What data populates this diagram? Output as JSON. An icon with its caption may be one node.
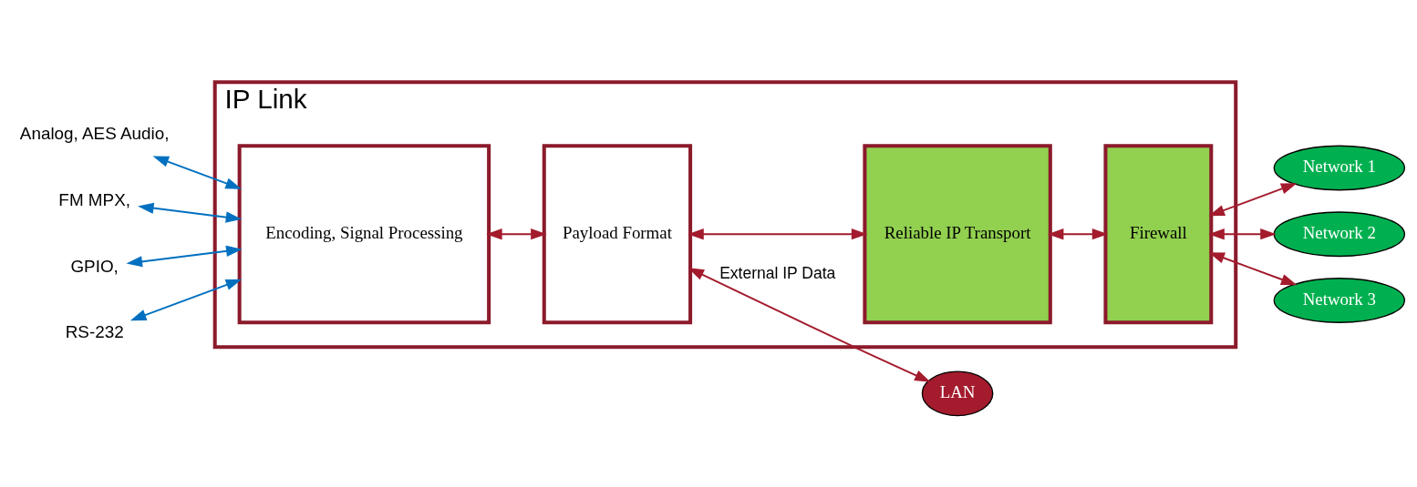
{
  "diagram": {
    "nodes": [
      {
        "text": [
          "IP Link"
        ]
      },
      {
        "text": [
          "Encoding, Signal Processing"
        ],
        "in": 0
      },
      {
        "text": [
          "Payload Format"
        ],
        "in": 0
      },
      {
        "text": [
          "Reliable IP Transport"
        ],
        "in": 0
      },
      {
        "text": [
          "Firewall"
        ],
        "in": 0
      },
      {
        "text": [
          "Analog, AES Audio,"
        ]
      },
      {
        "text": [
          "FM MPX,"
        ]
      },
      {
        "text": [
          "GPIO,"
        ]
      },
      {
        "text": [
          "RS-232"
        ]
      },
      {
        "text": [
          "Network 1"
        ]
      },
      {
        "text": [
          "Network 2"
        ]
      },
      {
        "text": [
          "Network 3"
        ]
      },
      {
        "text": [
          "LAN"
        ]
      }
    ],
    "edges": [
      {
        "from": 5,
        "to": 1,
        "arrow": "both",
        "color": "#0070c0"
      },
      {
        "from": 6,
        "to": 1,
        "arrow": "both",
        "color": "#0070c0"
      },
      {
        "from": 7,
        "to": 1,
        "arrow": "both",
        "color": "#0070c0"
      },
      {
        "from": 8,
        "to": 1,
        "arrow": "both",
        "color": "#0070c0"
      },
      {
        "from": 1,
        "to": 2,
        "arrow": "both"
      },
      {
        "from": 2,
        "to": 3,
        "arrow": "both"
      },
      {
        "from": 3,
        "to": 4,
        "arrow": "both"
      },
      {
        "from": 4,
        "to": 9,
        "arrow": "both"
      },
      {
        "from": 4,
        "to": 10,
        "arrow": "both"
      },
      {
        "from": 4,
        "to": 11,
        "arrow": "both"
      },
      {
        "from": 2,
        "to": 12,
        "arrow": "both",
        "label": "External IP Data"
      }
    ]
  }
}
